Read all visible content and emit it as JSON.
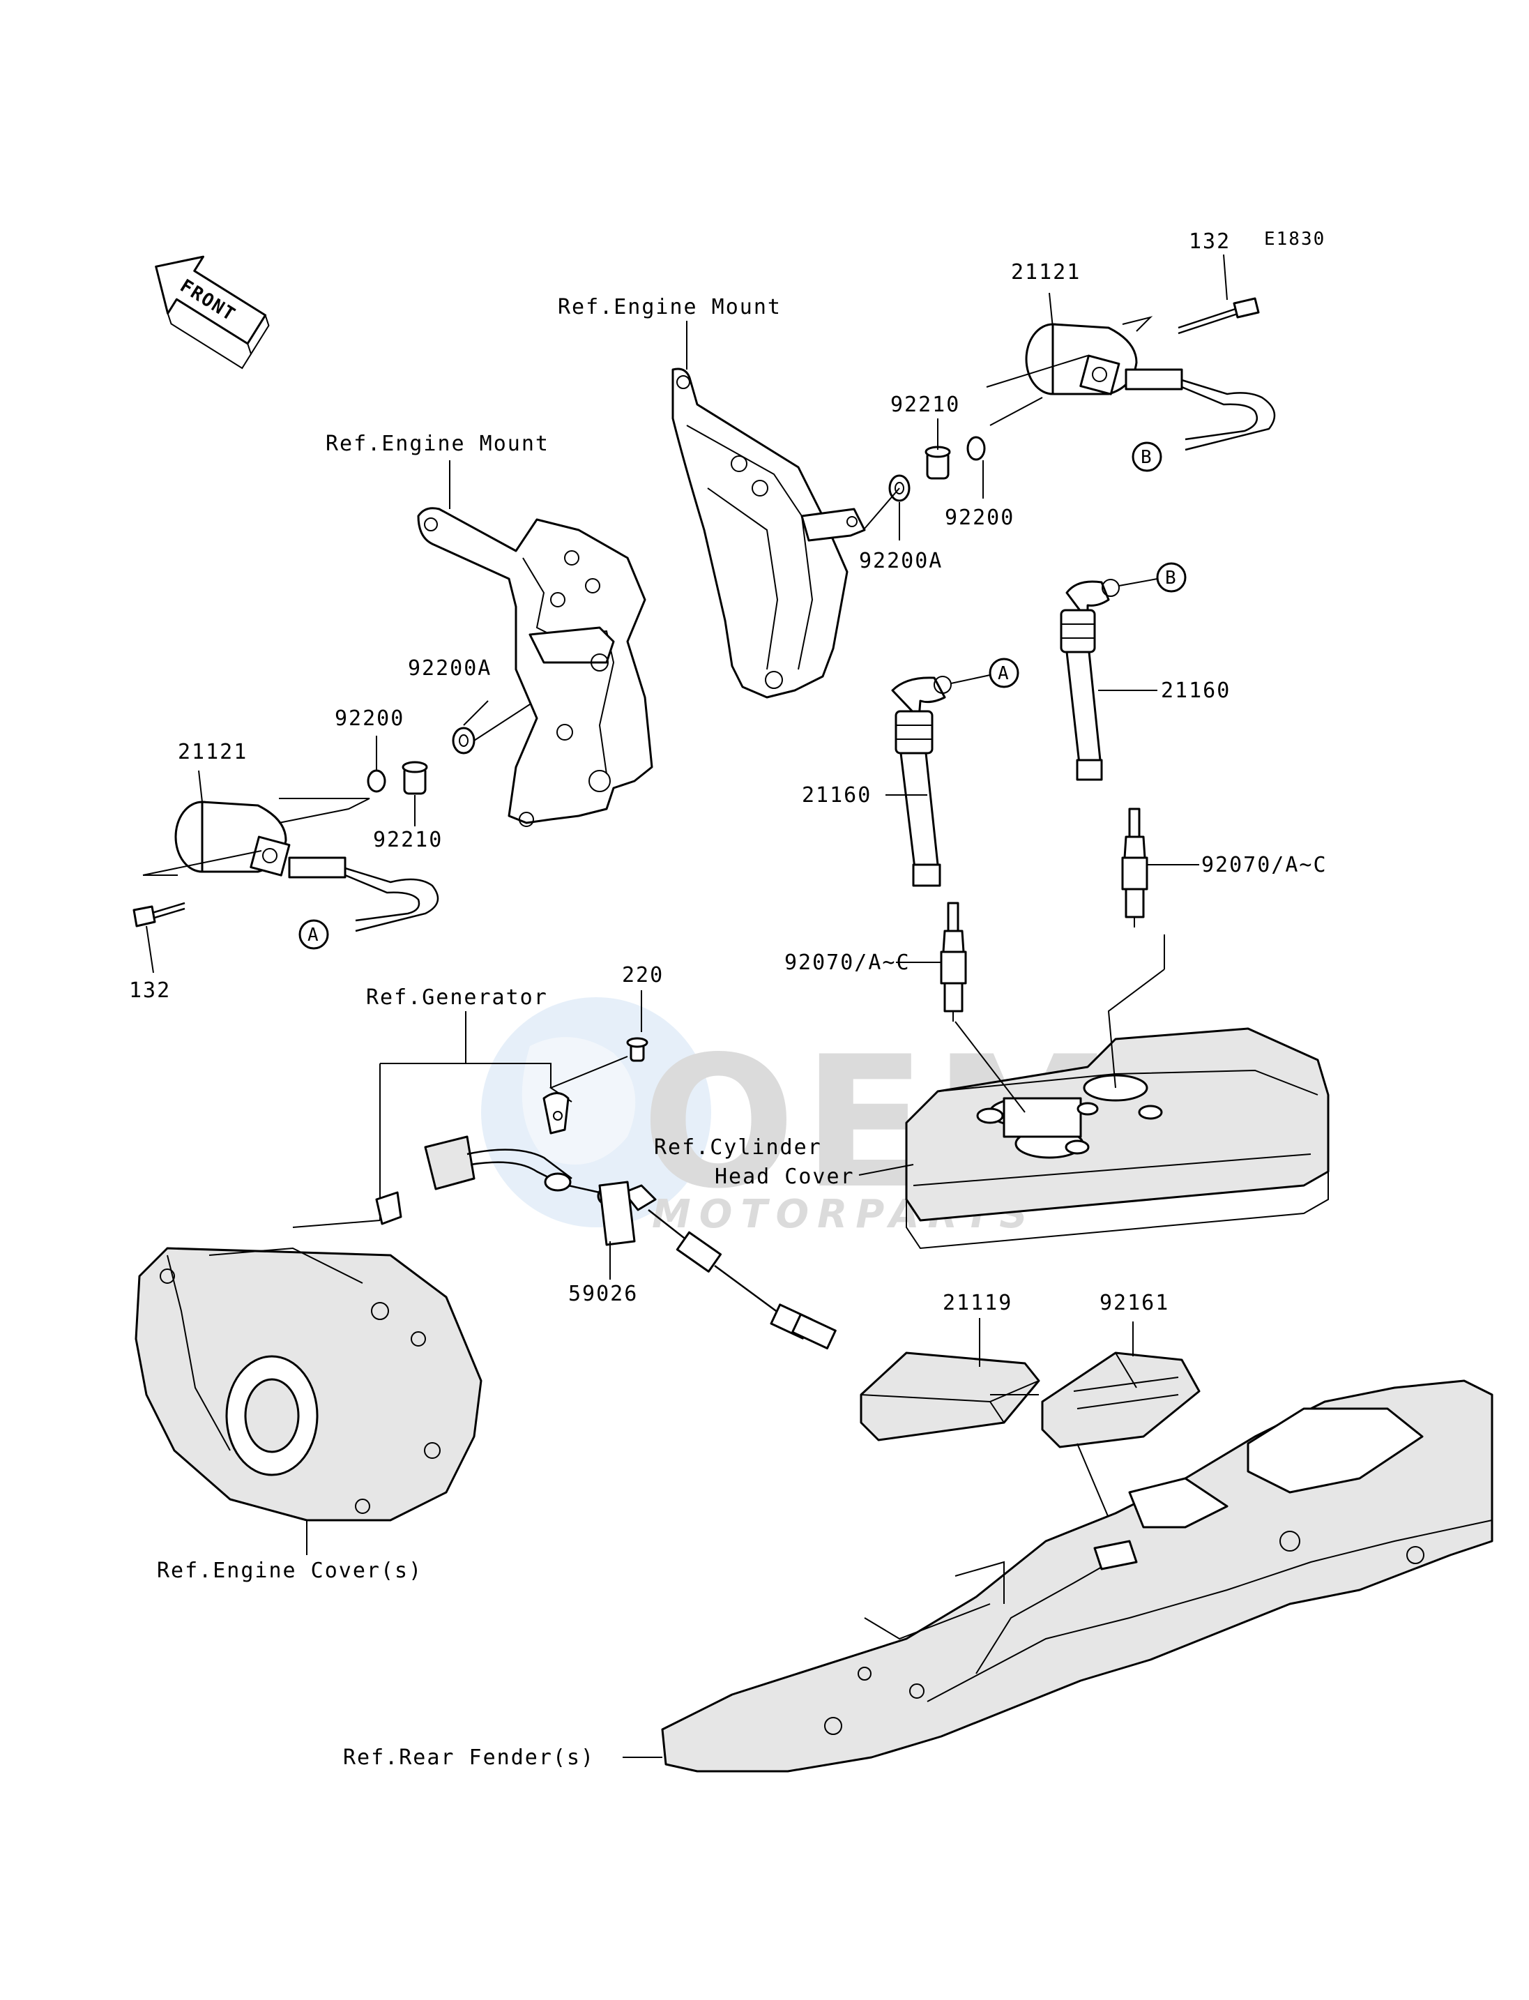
{
  "diagram_code": "E1830",
  "direction_arrow": "FRONT",
  "watermark": {
    "brand": "OEM",
    "subtitle": "MOTORPARTS"
  },
  "callout_markers": {
    "a": "A",
    "b": "B"
  },
  "labels": {
    "bolt_132_right": "132",
    "coil_21121_right": "21121",
    "ref_engine_mount_center": "Ref.Engine Mount",
    "ref_engine_mount_left": "Ref.Engine Mount",
    "collar_92210_right": "92210",
    "washer_92200_right": "92200",
    "washer_92200a_right": "92200A",
    "cap_21160_right": "21160",
    "cap_21160_left": "21160",
    "plug_92070_right": "92070/A~C",
    "plug_92070_left": "92070/A~C",
    "washer_92200a_left": "92200A",
    "washer_92200_left": "92200",
    "coil_21121_left": "21121",
    "collar_92210_left": "92210",
    "bolt_132_left": "132",
    "screw_220": "220",
    "ref_generator": "Ref.Generator",
    "ref_cylinder_head_cover_1": "Ref.Cylinder",
    "ref_cylinder_head_cover_2": "Head Cover",
    "sensor_59026": "59026",
    "igniter_21119": "21119",
    "cover_92161": "92161",
    "ref_engine_covers": "Ref.Engine Cover(s)",
    "ref_rear_fenders": "Ref.Rear Fender(s)"
  }
}
